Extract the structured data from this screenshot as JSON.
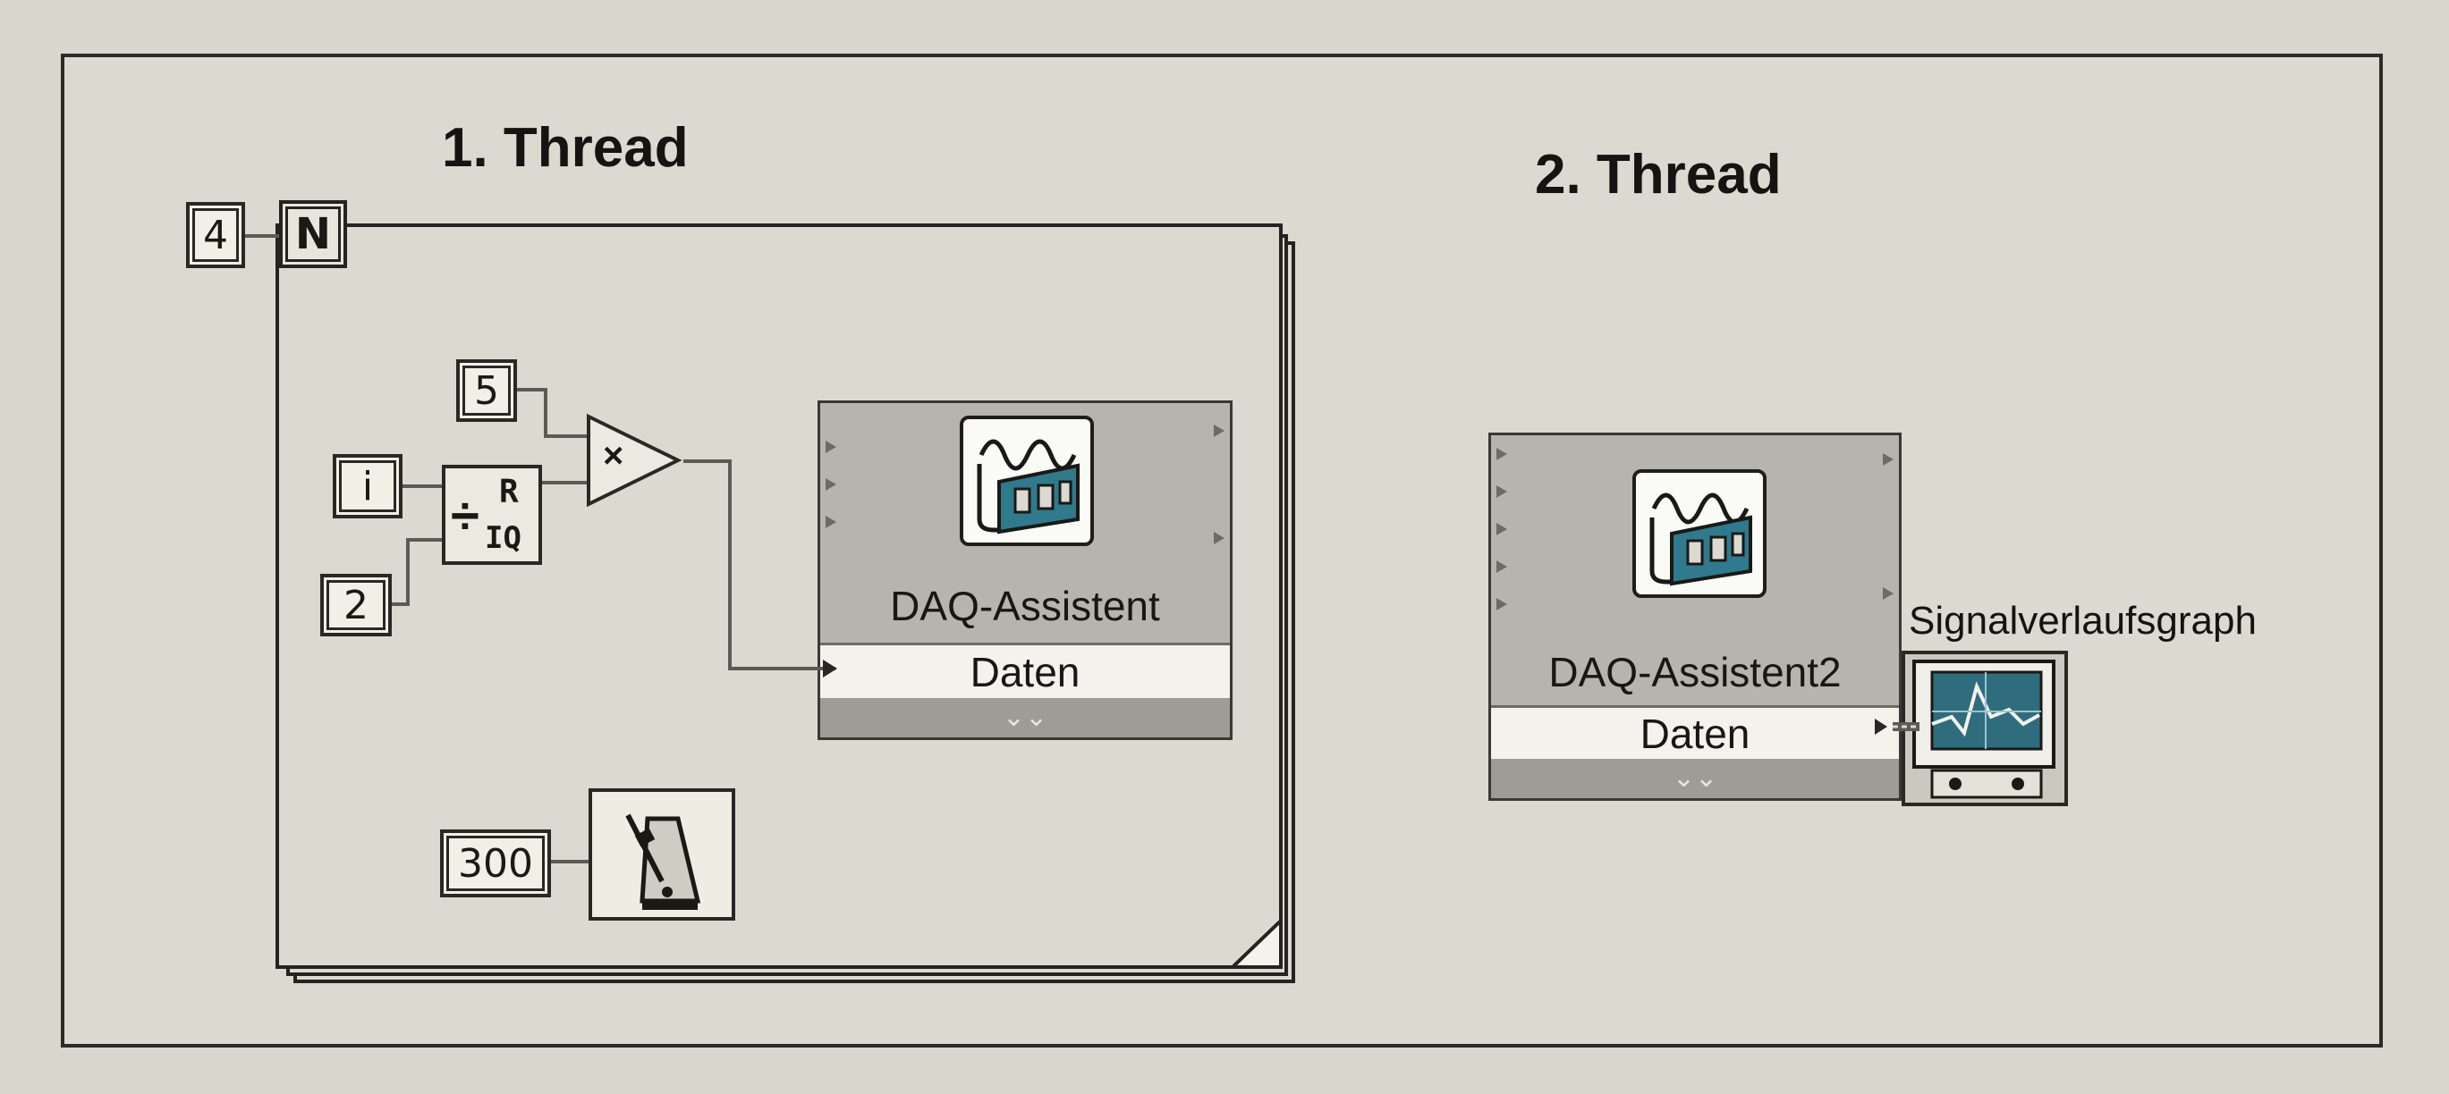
{
  "threads": {
    "thread1_title": "1. Thread",
    "thread2_title": "2. Thread"
  },
  "loop": {
    "count": "4",
    "n_label": "N"
  },
  "constants": {
    "five": "5",
    "two": "2",
    "wait_ms": "300"
  },
  "terminals": {
    "iteration": "i"
  },
  "divide_node": {
    "op": "÷",
    "remainder": "R",
    "quotient": "IQ"
  },
  "multiply_node": {
    "op": "×"
  },
  "daq1": {
    "title": "DAQ-Assistent",
    "data_label": "Daten",
    "expand": "⌄⌄"
  },
  "daq2": {
    "title": "DAQ-Assistent2",
    "data_label": "Daten",
    "expand": "⌄⌄"
  },
  "graph": {
    "label": "Signalverlaufsgraph"
  },
  "colors": {
    "background": "#d9d6ce",
    "wire": "#5d5a55",
    "node_gray": "#b7b4ad",
    "daq_card": "#2f7a8c"
  }
}
